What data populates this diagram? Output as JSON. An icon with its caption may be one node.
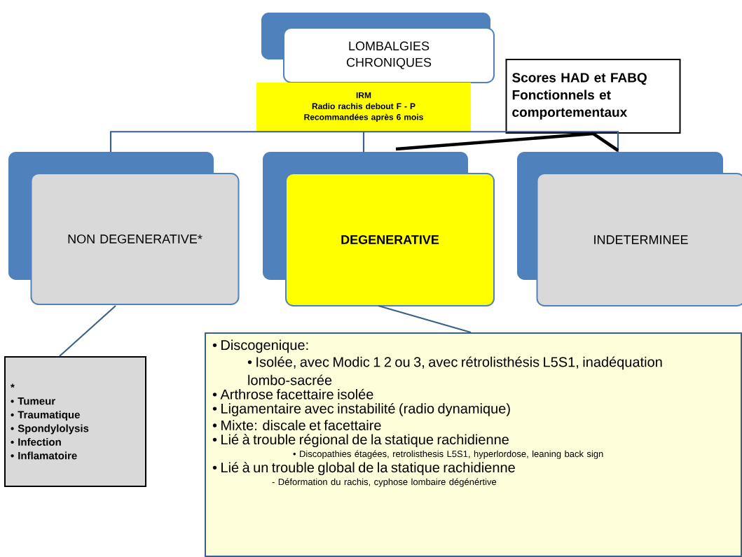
{
  "diagram": {
    "nodes": [
      {
        "text": [
          "LOMBALGIES CHRONIQUES"
        ]
      },
      {
        "text": [
          "IRM",
          "Radio rachis debout F - P",
          "Recommandées après 6 mois"
        ]
      },
      {
        "text": [
          "Scores HAD et FABQ Fonctionnels et comportementaux"
        ]
      },
      {
        "text": [
          "NON DEGENERATIVE*"
        ]
      },
      {
        "text": [
          "DEGENERATIVE"
        ]
      },
      {
        "text": [
          "INDETERMINEE"
        ]
      },
      {
        "text": [
          "*",
          "• Tumeur",
          "• Traumatique",
          "• Spondylolysis",
          "• Infection",
          "• Inflamatoire"
        ]
      },
      {
        "text": [
          "• Discogenique:",
          "• Isolée, avec Modic 1 2 ou 3, avec rétrolisthésis L5S1, inadéquation lombo-sacrée",
          "• Arthrose facettaire isolée",
          "• Ligamentaire avec instabilité (radio dynamique)",
          "• Mixte: discale et facettaire",
          "• Lié à trouble régional de la statique rachidienne",
          "• Discopathies étagées, retrolisthesis L5S1, hyperlordose, leaning back sign",
          "• Lié à un trouble global de la statique rachidienne",
          "- Déformation du rachis, cyphose lombaire dégénértive"
        ]
      }
    ],
    "edges": [
      {
        "from": 1,
        "to": 3,
        "arrow": "none"
      },
      {
        "from": 1,
        "to": 4,
        "arrow": "none"
      },
      {
        "from": 1,
        "to": 5,
        "arrow": "none"
      },
      {
        "from": 2,
        "to": 4,
        "arrow": "none",
        "style": "thick",
        "color": "#000000"
      },
      {
        "from": 2,
        "to": 5,
        "arrow": "none",
        "style": "thick",
        "color": "#000000"
      },
      {
        "from": 3,
        "to": 6,
        "arrow": "none"
      },
      {
        "from": 4,
        "to": 7,
        "arrow": "none"
      }
    ]
  }
}
